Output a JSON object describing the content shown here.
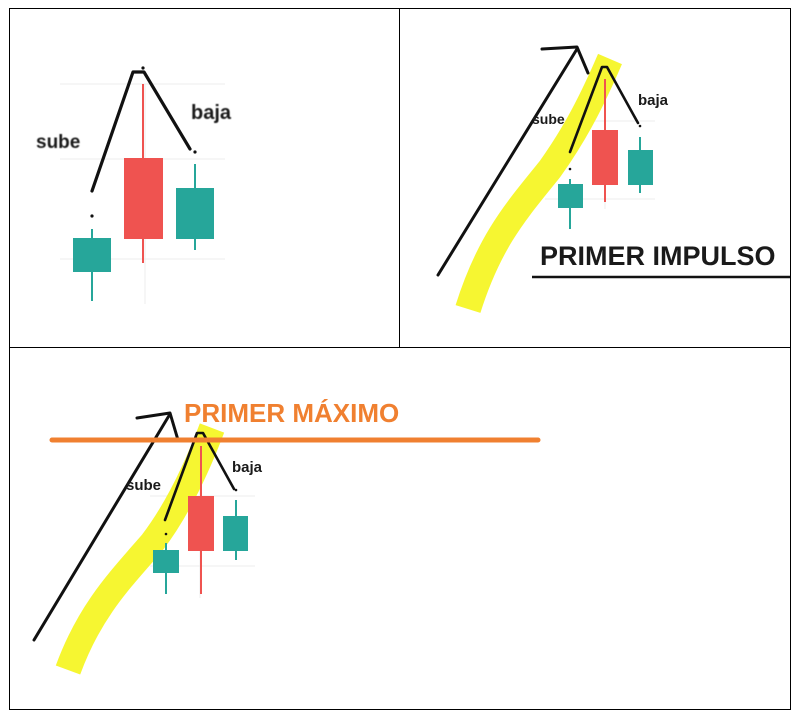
{
  "colors": {
    "bull": "#26a69a",
    "bear": "#ef5350",
    "arrow": "#111111",
    "highlight": "#f5f520",
    "max_line": "#f08030",
    "text": "#1a1a1a"
  },
  "panel1": {
    "up_label": "sube",
    "down_label": "baja"
  },
  "panel2": {
    "up_label": "sube",
    "down_label": "baja",
    "title": "PRIMER IMPULSO"
  },
  "panel3": {
    "up_label": "sube",
    "down_label": "baja",
    "title": "PRIMER MÁXIMO"
  }
}
